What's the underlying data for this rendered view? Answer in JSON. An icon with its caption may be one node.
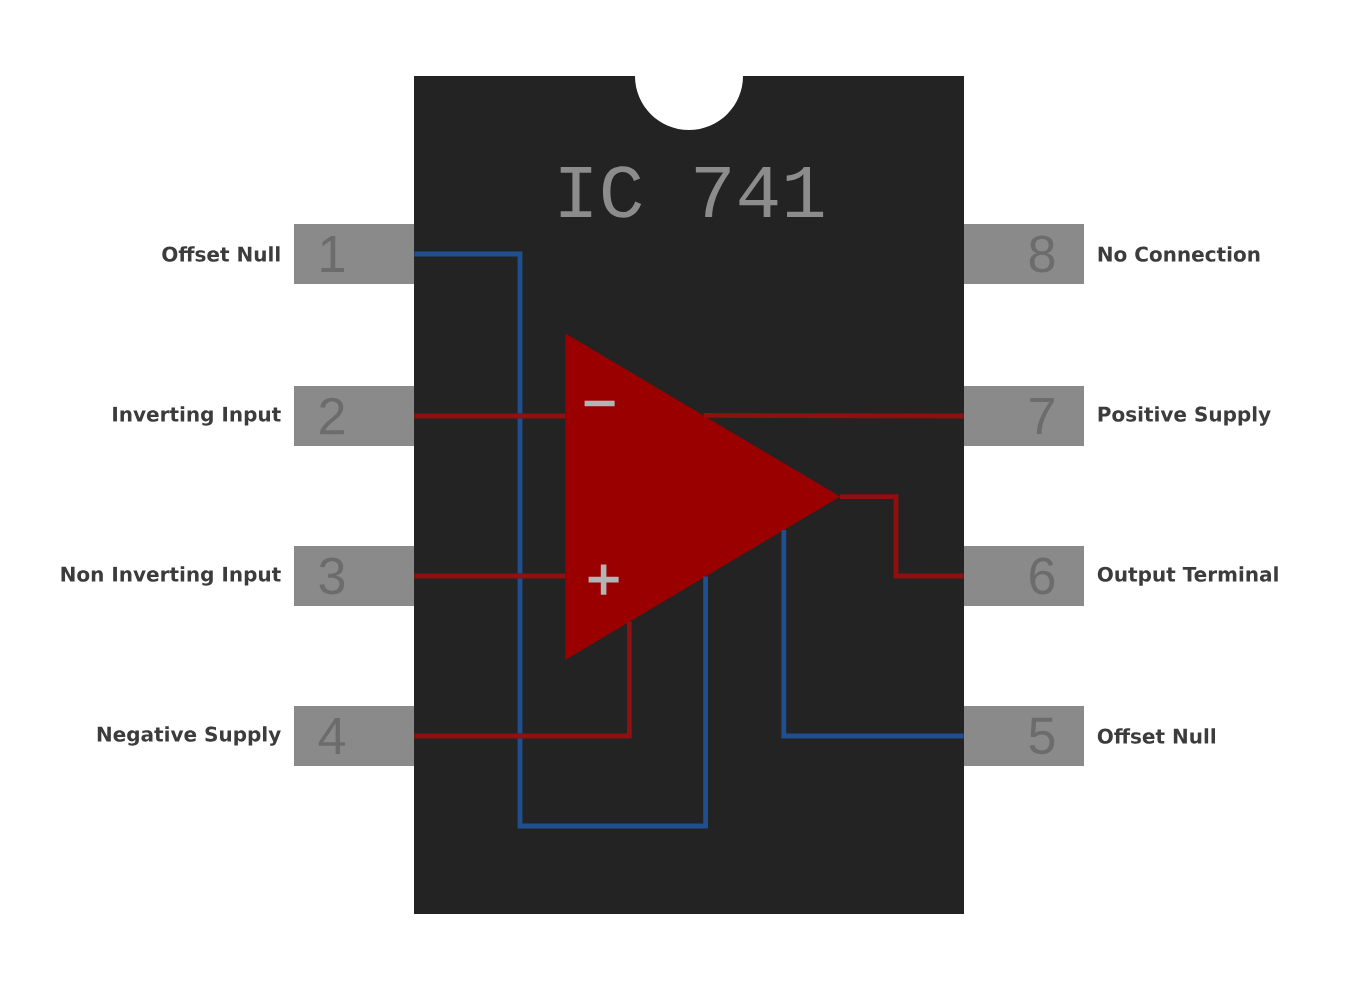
{
  "diagram": {
    "nodes": [
      {
        "text": [
          "IC 741"
        ]
      },
      {
        "text": [
          "−",
          "+"
        ],
        "in": 0
      },
      {
        "text": [
          "1"
        ],
        "beside": [
          "Offset Null"
        ]
      },
      {
        "text": [
          "2"
        ],
        "beside": [
          "Inverting Input"
        ]
      },
      {
        "text": [
          "3"
        ],
        "beside": [
          "Non Inverting Input"
        ]
      },
      {
        "text": [
          "4"
        ],
        "beside": [
          "Negative Supply"
        ]
      },
      {
        "text": [
          "5"
        ],
        "beside": [
          "Offset Null"
        ]
      },
      {
        "text": [
          "6"
        ],
        "beside": [
          "Output Terminal"
        ]
      },
      {
        "text": [
          "7"
        ],
        "beside": [
          "Positive Supply"
        ]
      },
      {
        "text": [
          "8"
        ],
        "beside": [
          "No Connection"
        ]
      }
    ],
    "edges": [
      {
        "from": 2,
        "to": 1,
        "arrow": "none",
        "color": "#1f4f8f"
      },
      {
        "from": 3,
        "to": 1,
        "arrow": "none"
      },
      {
        "from": 4,
        "to": 1,
        "arrow": "none"
      },
      {
        "from": 5,
        "to": 1,
        "arrow": "none"
      },
      {
        "from": 6,
        "to": 1,
        "arrow": "none",
        "color": "#1f4f8f"
      },
      {
        "from": 7,
        "to": 1,
        "arrow": "none"
      },
      {
        "from": 8,
        "to": 1,
        "arrow": "none"
      }
    ]
  }
}
